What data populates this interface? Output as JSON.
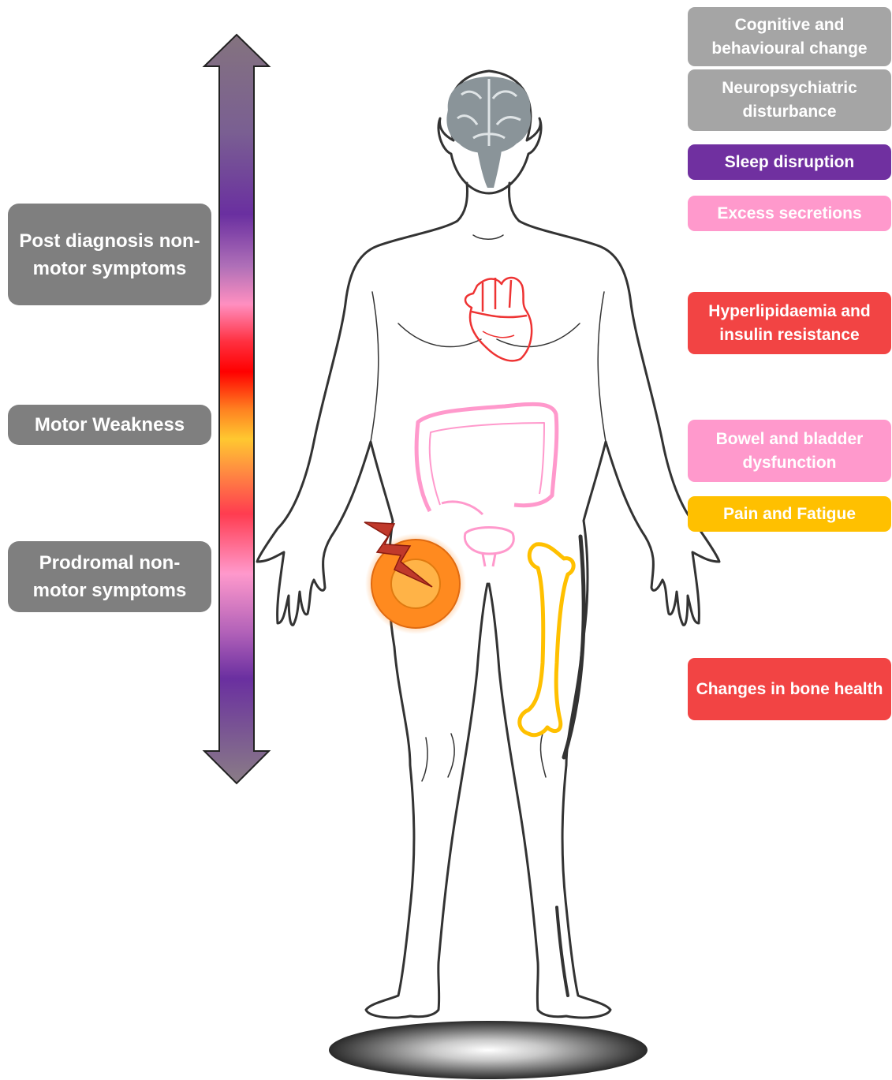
{
  "timeline": {
    "labels": [
      {
        "text": "Post diagnosis non-motor symptoms"
      },
      {
        "text": "Motor Weakness"
      },
      {
        "text": "Prodromal non-motor symptoms"
      }
    ]
  },
  "symptoms": [
    {
      "text": "Cognitive and behavioural change",
      "color": "#a5a5a5"
    },
    {
      "text": "Neuropsychiatric disturbance",
      "color": "#a5a5a5"
    },
    {
      "text": "Sleep disruption",
      "color": "#7030a0"
    },
    {
      "text": "Excess secretions",
      "color": "#ff99cc"
    },
    {
      "text": "Hyperlipidaemia and insulin resistance",
      "color": "#f24444"
    },
    {
      "text": "Bowel and bladder dysfunction",
      "color": "#ff99cc"
    },
    {
      "text": "Pain and Fatigue",
      "color": "#ffc000"
    },
    {
      "text": "Changes in bone health",
      "color": "#f24444"
    }
  ],
  "colors": {
    "arrow_gradient": [
      "#7f6f7f",
      "#6a3ba0",
      "#ff99cc",
      "#ff0000",
      "#ffc000",
      "#ff5555",
      "#ff99cc",
      "#7030a0",
      "#7f6f7f"
    ],
    "heart": "#ee3333",
    "intestine": "#ff99cc",
    "bone": "#ffc000",
    "pain": "#ff7700",
    "brain": "#8a9499",
    "body_outline": "#333333"
  }
}
